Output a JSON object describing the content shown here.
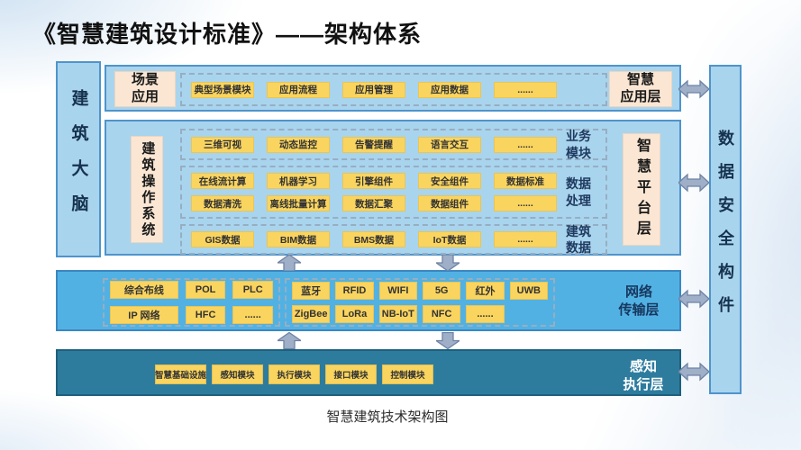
{
  "title": "《智慧建筑设计标准》——架构体系",
  "caption": "智慧建筑技术架构图",
  "left_bar": {
    "label": "建筑大脑"
  },
  "right_bar": {
    "label": "数据安全构件"
  },
  "app_layer": {
    "side_label": "场景\n应用",
    "layer_label": "智慧\n应用层",
    "modules": [
      "典型场景模块",
      "应用流程",
      "应用管理",
      "应用数据",
      "......"
    ]
  },
  "platform_layer": {
    "side_label": "建筑操作系统",
    "layer_label": "智慧平台层",
    "business": {
      "label": "业务\n模块",
      "row": [
        "三维可视",
        "动态监控",
        "告警提醒",
        "语言交互",
        "......"
      ]
    },
    "data_processing": {
      "label": "数据\n处理",
      "row1": [
        "在线流计算",
        "机器学习",
        "引擎组件",
        "安全组件",
        "数据标准"
      ],
      "row2": [
        "数据清洗",
        "离线批量计算",
        "数据汇聚",
        "数据组件",
        "......"
      ]
    },
    "building_data": {
      "label": "建筑\n数据",
      "row": [
        "GIS数据",
        "BIM数据",
        "BMS数据",
        "IoT数据",
        "......"
      ]
    }
  },
  "network_layer": {
    "layer_label": "网络\n传输层",
    "wired": {
      "row1": [
        "综合布线",
        "POL",
        "PLC"
      ],
      "row2": [
        "IP 网络",
        "HFC",
        "......"
      ]
    },
    "wireless": {
      "row1": [
        "蓝牙",
        "RFID",
        "WIFI",
        "5G",
        "红外",
        "UWB"
      ],
      "row2": [
        "ZigBee",
        "LoRa",
        "NB-IoT",
        "NFC",
        "......"
      ]
    }
  },
  "perception_layer": {
    "layer_label": "感知\n执行层",
    "modules": [
      "智慧基础设施",
      "感知模块",
      "执行模块",
      "接口模块",
      "控制模块"
    ]
  },
  "colors": {
    "section_fill": "#A9D4EE",
    "section_border": "#4E94CC",
    "module_fill": "#F9D45F",
    "label_fill": "#FAE6D3",
    "network_fill": "#52B1E3",
    "perception_fill": "#2D7C9E",
    "arrow_fill": "#9FAFC7",
    "navy_text": "#1F3A5F"
  }
}
